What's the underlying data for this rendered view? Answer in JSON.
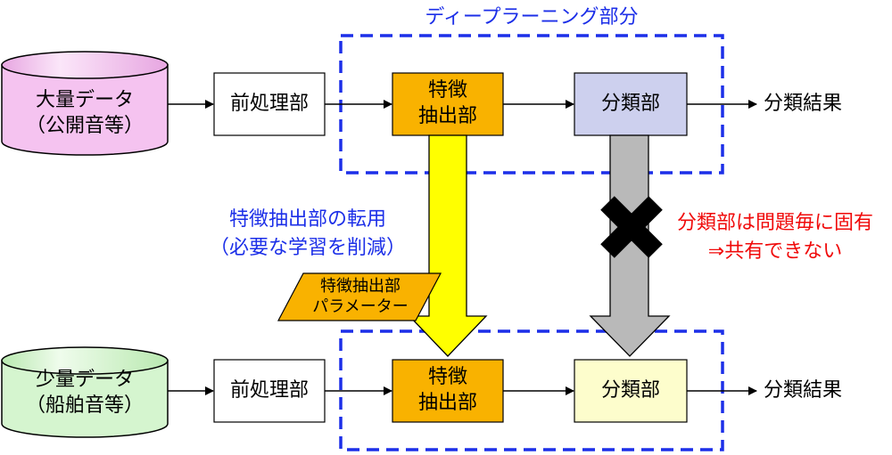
{
  "section_title": "ディープラーニング部分",
  "top_row": {
    "data_lines": [
      "大量データ",
      "（公開音等）"
    ],
    "preprocess": "前処理部",
    "feature_lines": [
      "特徴",
      "抽出部"
    ],
    "classifier": "分類部",
    "result": "分類結果"
  },
  "bottom_row": {
    "data_lines": [
      "少量データ",
      "（船舶音等）"
    ],
    "preprocess": "前処理部",
    "feature_lines": [
      "特徴",
      "抽出部"
    ],
    "classifier": "分類部",
    "result": "分類結果"
  },
  "transfer_note_lines": [
    "特徴抽出部の転用",
    "（必要な学習を削減）"
  ],
  "param_box_lines": [
    "特徴抽出部",
    "パラメーター"
  ],
  "not_shared_note_lines": [
    "分類部は問題毎に固有",
    "⇒共有できない"
  ],
  "colors": {
    "top_data": "#f5c3f0",
    "bottom_data": "#d5f5cf",
    "feature": "#f9b200",
    "top_classifier": "#cdd0ee",
    "bottom_classifier": "#fdfdcc",
    "transfer_arrow": "#ffff00",
    "not_shared_arrow": "#b9b9b9",
    "dashed_frame": "#1c2fe8",
    "blue_text": "#1c2fe8",
    "red_text": "#f00a0a"
  }
}
